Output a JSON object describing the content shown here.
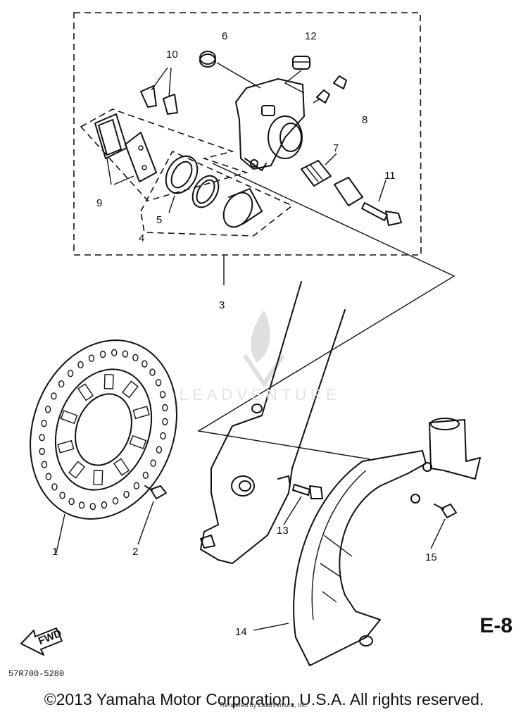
{
  "parts": [
    {
      "id": "1",
      "label": "1"
    },
    {
      "id": "2",
      "label": "2"
    },
    {
      "id": "3",
      "label": "3"
    },
    {
      "id": "4",
      "label": "4"
    },
    {
      "id": "5",
      "label": "5"
    },
    {
      "id": "6",
      "label": "6"
    },
    {
      "id": "7",
      "label": "7"
    },
    {
      "id": "8",
      "label": "8"
    },
    {
      "id": "9",
      "label": "9"
    },
    {
      "id": "10",
      "label": "10"
    },
    {
      "id": "11",
      "label": "11"
    },
    {
      "id": "12",
      "label": "12"
    },
    {
      "id": "13",
      "label": "13"
    },
    {
      "id": "14",
      "label": "14"
    },
    {
      "id": "15",
      "label": "15"
    }
  ],
  "fwd_arrow_text": "FWD",
  "section_code": "E-8",
  "diagram_code": "57R700-5280",
  "watermark": "LEADVENTURE",
  "copyright": "©2013 Yamaha Motor Corporation, U.S.A. All rights reserved.",
  "rendered_by": "Rendered by LeadVenture, Inc."
}
